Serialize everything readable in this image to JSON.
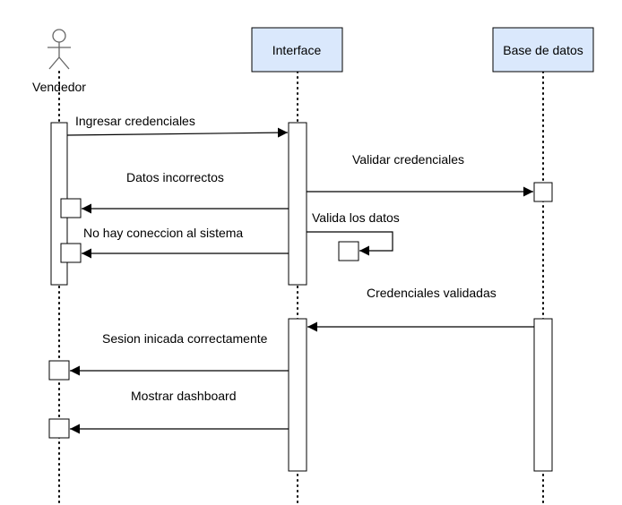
{
  "participants": {
    "actor": "Vendedor",
    "interface": "Interface",
    "database": "Base de datos"
  },
  "messages": {
    "m1": "Ingresar credenciales",
    "m2": "Validar credenciales",
    "m3": "Datos incorrectos",
    "m4": "Valida los datos",
    "m5": "No hay coneccion al sistema",
    "m6": "Credenciales validadas",
    "m7": "Sesion inicada correctamente",
    "m8": "Mostrar dashboard"
  },
  "colors": {
    "participant_fill": "#dae8fc",
    "stroke": "#000000"
  }
}
